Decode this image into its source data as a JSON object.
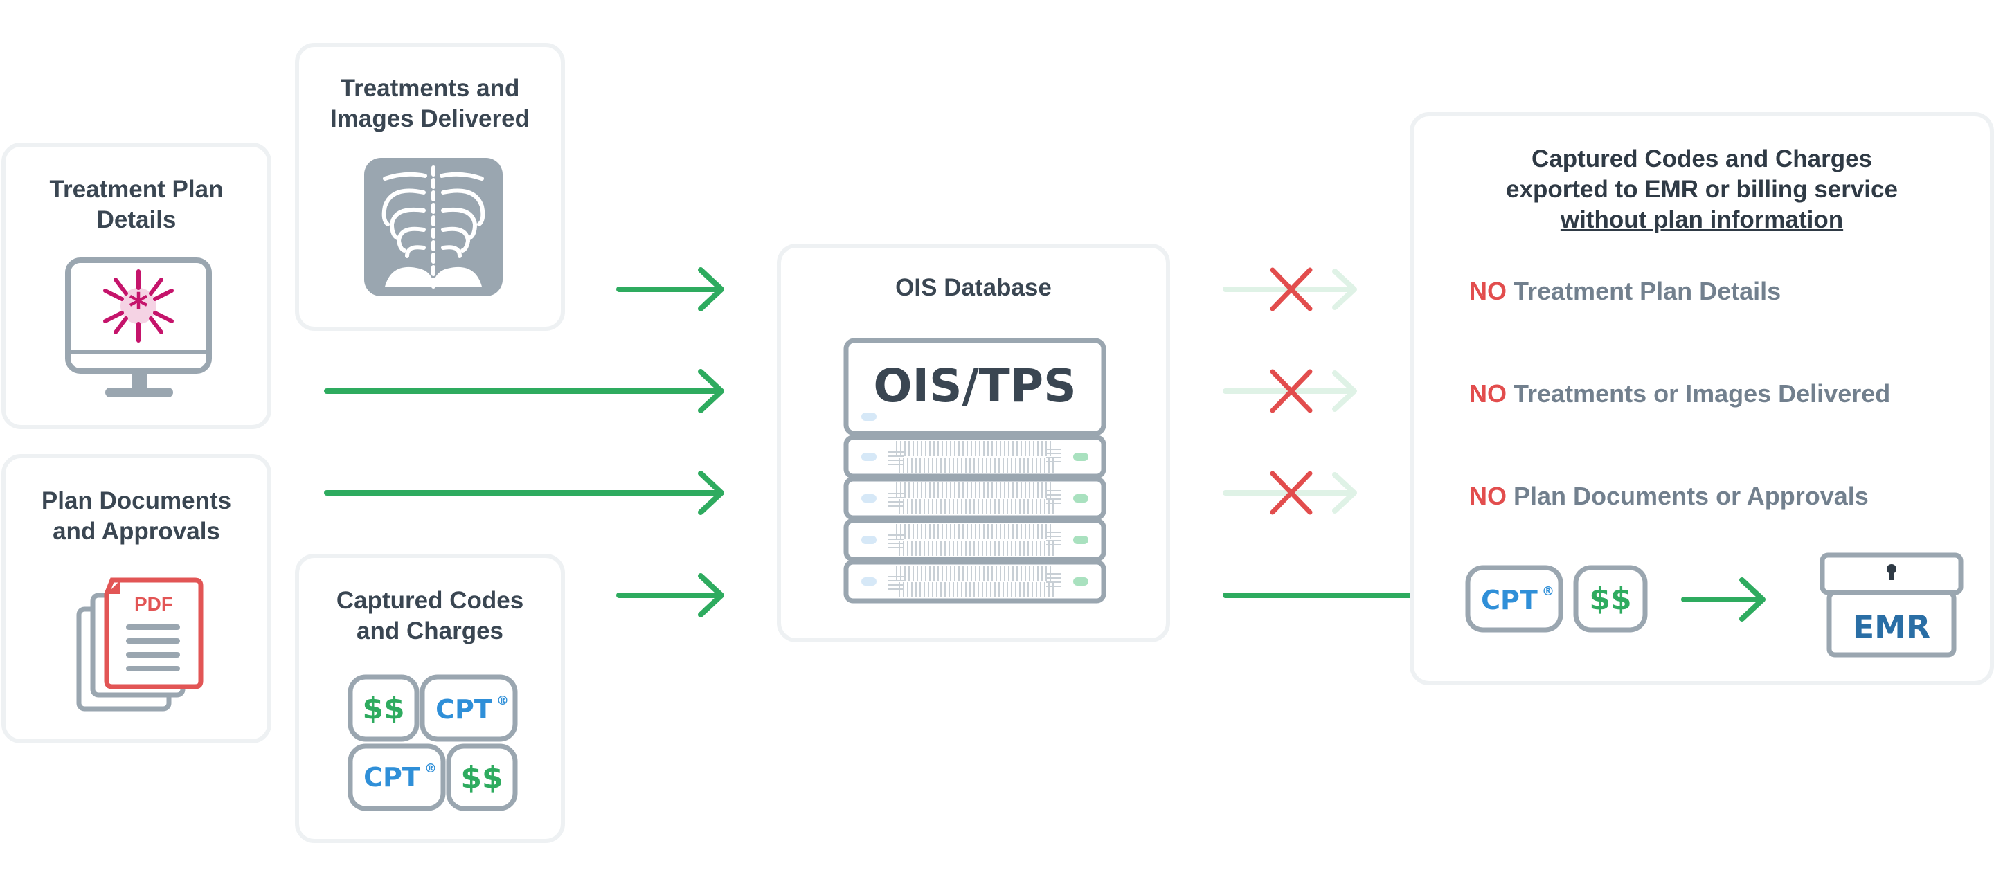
{
  "cards": {
    "treatment_plan": {
      "title_line1": "Treatment Plan",
      "title_line2": "Details"
    },
    "treatments_images": {
      "title_line1": "Treatments and",
      "title_line2": "Images Delivered"
    },
    "plan_documents": {
      "title_line1": "Plan Documents",
      "title_line2": "and Approvals",
      "pdf_label": "PDF"
    },
    "captured_codes": {
      "title_line1": "Captured Codes",
      "title_line2": "and Charges",
      "tiles": [
        "$$",
        "CPT",
        "CPT",
        "$$"
      ],
      "reg_mark": "®"
    }
  },
  "database": {
    "title": "OIS Database",
    "server_label": "OIS/TPS"
  },
  "export": {
    "title_line1": "Captured Codes and Charges",
    "title_line2": "exported to EMR or billing service",
    "title_line3": "without plan information",
    "items": [
      {
        "no": "NO",
        "text": "Treatment Plan Details"
      },
      {
        "no": "NO",
        "text": "Treatments or Images Delivered"
      },
      {
        "no": "NO",
        "text": "Plan Documents or Approvals"
      }
    ],
    "cpt_label": "CPT",
    "reg_mark": "®",
    "dollar_label": "$$",
    "emr_label": "EMR"
  },
  "colors": {
    "green": "#2eab5f",
    "red": "#e24d4d",
    "blue": "#2f8fd8",
    "gray": "#9aa6b0",
    "magenta": "#c5146b",
    "pdf_red": "#e25555"
  }
}
